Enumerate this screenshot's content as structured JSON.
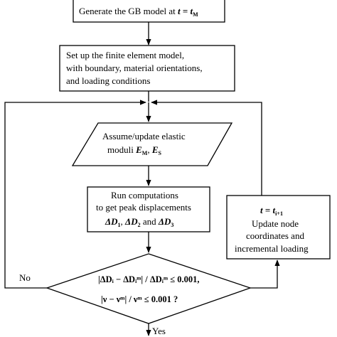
{
  "start_box": {
    "text": "Generate the GB model at",
    "var": "t",
    "eq": " = ",
    "var_sub": "t",
    "sub": "M"
  },
  "fem_box": {
    "line1": "Set up the finite element model,",
    "line2": "with boundary, material orientations,",
    "line3": "and loading conditions"
  },
  "moduli_box": {
    "line1": "Assume/update elastic",
    "line2": "moduli",
    "e1": "E",
    "e1_sub": "M",
    "comma": ",",
    "e2": "E",
    "e2_sub": "S"
  },
  "run_box": {
    "line1": "Run computations",
    "line2": "to get peak displacements",
    "d1": "ΔD",
    "d1_sub": "1",
    "sep1": ",",
    "d2": "ΔD",
    "d2_sub": "2",
    "and": "and",
    "d3": "ΔD",
    "d3_sub": "3"
  },
  "update_box": {
    "t": "t",
    "eq": " = ",
    "t2": "t",
    "t2_sub": "i+1",
    "line2": "Update node",
    "line3": "coordinates and",
    "line4": "incremental loading"
  },
  "decision": {
    "cond1": "|ΔDᵢ − ΔDᵢᵐ| / ΔDᵢᵐ ≤ 0.001,",
    "cond2": "|ν − νᵐ| / νᵐ ≤ 0.001 ?"
  },
  "labels": {
    "no": "No",
    "yes": "Yes"
  }
}
